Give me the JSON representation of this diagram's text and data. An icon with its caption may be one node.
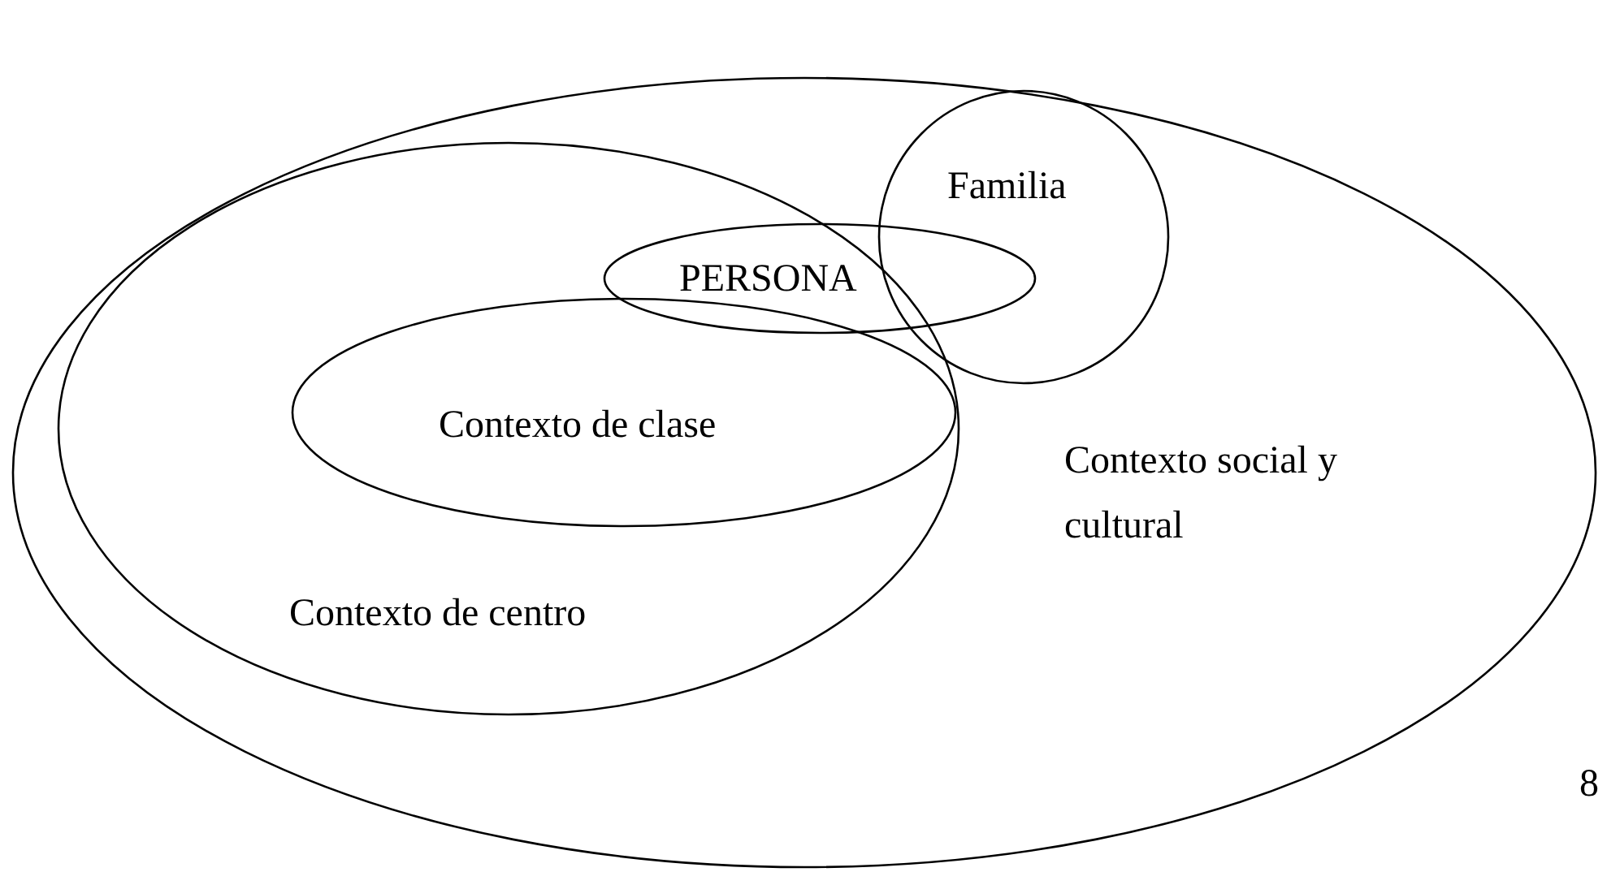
{
  "diagram": {
    "nodes": [
      {
        "text": [
          "Contexto social y cultural"
        ]
      },
      {
        "text": [
          "Contexto de centro"
        ],
        "in": 0
      },
      {
        "text": [
          "Contexto de clase"
        ],
        "in": 1
      },
      {
        "text": [
          "PERSONA"
        ],
        "in": 0
      },
      {
        "text": [
          "Familia"
        ],
        "in": 0
      }
    ],
    "labels": [
      "8"
    ]
  }
}
